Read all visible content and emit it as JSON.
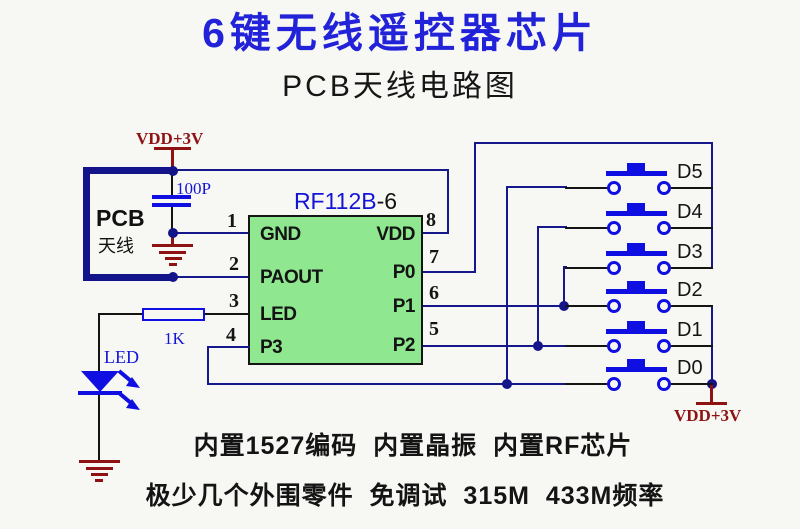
{
  "title": "6键无线遥控器芯片",
  "subtitle": "PCB天线电路图",
  "chip": {
    "name_primary": "RF112B",
    "name_suffix": "-6",
    "left_pins": [
      {
        "num": "1",
        "label": "GND"
      },
      {
        "num": "2",
        "label": "PAOUT"
      },
      {
        "num": "3",
        "label": "LED"
      },
      {
        "num": "4",
        "label": "P3"
      }
    ],
    "right_pins": [
      {
        "num": "8",
        "label": "VDD"
      },
      {
        "num": "7",
        "label": "P0"
      },
      {
        "num": "6",
        "label": "P1"
      },
      {
        "num": "5",
        "label": "P2"
      }
    ]
  },
  "antenna": {
    "line1": "PCB",
    "line2": "天线"
  },
  "capacitor_label": "100P",
  "resistor_label": "1K",
  "led_label": "LED",
  "power_top_label": "VDD+3V",
  "power_bottom_label": "VDD+3V",
  "buttons": [
    "D5",
    "D4",
    "D3",
    "D2",
    "D1",
    "D0"
  ],
  "footer_line1": "内置1527编码  内置晶振  内置RF芯片",
  "footer_line2": "极少几个外围零件  免调试  315M  433M频率",
  "colors": {
    "wire_navy": "#17178c",
    "component_blue": "#0f0fe2",
    "power_dark_red": "#8e1212",
    "chip_fill": "#8fe88f",
    "title_blue": "#2222d8"
  }
}
